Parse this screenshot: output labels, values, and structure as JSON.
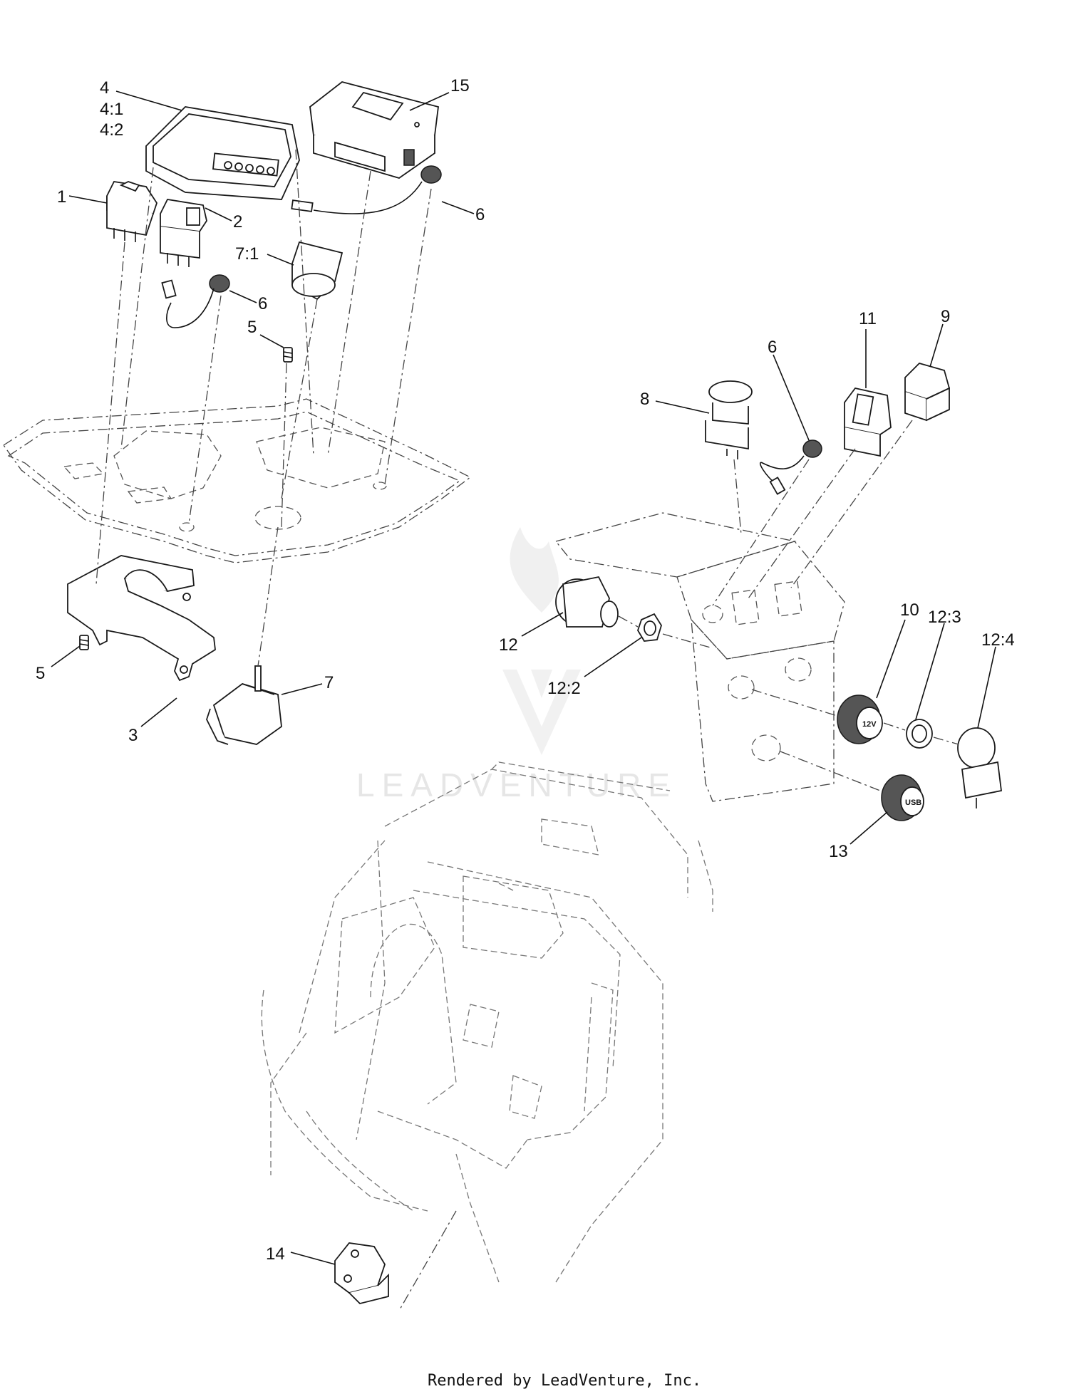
{
  "diagram": {
    "callouts": [
      {
        "id": "c4",
        "text": "4"
      },
      {
        "id": "c4_1",
        "text": "4:1"
      },
      {
        "id": "c4_2",
        "text": "4:2"
      },
      {
        "id": "c15",
        "text": "15"
      },
      {
        "id": "c1",
        "text": "1"
      },
      {
        "id": "c2",
        "text": "2"
      },
      {
        "id": "c6a",
        "text": "6"
      },
      {
        "id": "c7_1",
        "text": "7:1"
      },
      {
        "id": "c6b",
        "text": "6"
      },
      {
        "id": "c5a",
        "text": "5"
      },
      {
        "id": "c5b",
        "text": "5"
      },
      {
        "id": "c3",
        "text": "3"
      },
      {
        "id": "c7",
        "text": "7"
      },
      {
        "id": "c11",
        "text": "11"
      },
      {
        "id": "c9",
        "text": "9"
      },
      {
        "id": "c6c",
        "text": "6"
      },
      {
        "id": "c8",
        "text": "8"
      },
      {
        "id": "c10",
        "text": "10"
      },
      {
        "id": "c12_3",
        "text": "12:3"
      },
      {
        "id": "c12_4",
        "text": "12:4"
      },
      {
        "id": "c12",
        "text": "12"
      },
      {
        "id": "c12_2",
        "text": "12:2"
      },
      {
        "id": "c13",
        "text": "13"
      },
      {
        "id": "c14",
        "text": "14"
      }
    ],
    "socket_labels": {
      "power": "12V",
      "usb": "USB"
    },
    "watermark": "LEADVENTURE",
    "footer": "Rendered by LeadVenture, Inc."
  }
}
